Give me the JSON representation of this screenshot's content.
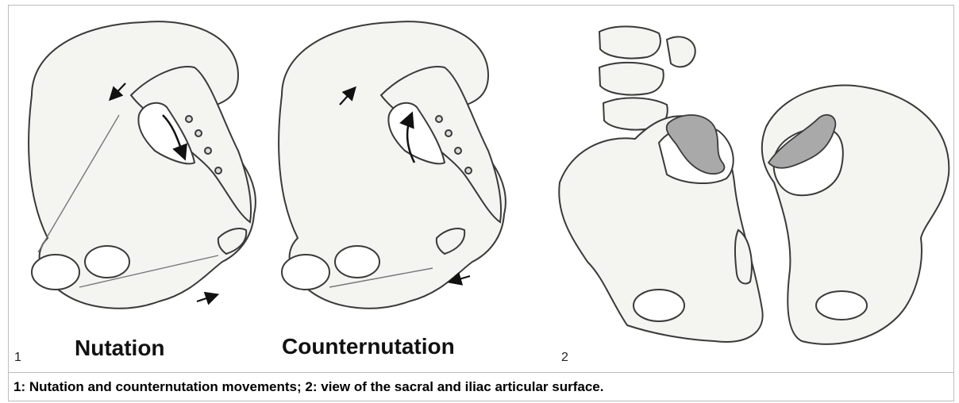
{
  "panels": {
    "panel1_number": "1",
    "panel2_number": "2",
    "nutation_label": "Nutation",
    "counternutation_label": "Counternutation"
  },
  "caption": "1: Nutation and counternutation movements; 2: view of the sacral and iliac articular surface.",
  "colors": {
    "bone_fill": "#f4f4f1",
    "outline": "#3a3a3a",
    "articular_surface": "#a9a9a9"
  }
}
